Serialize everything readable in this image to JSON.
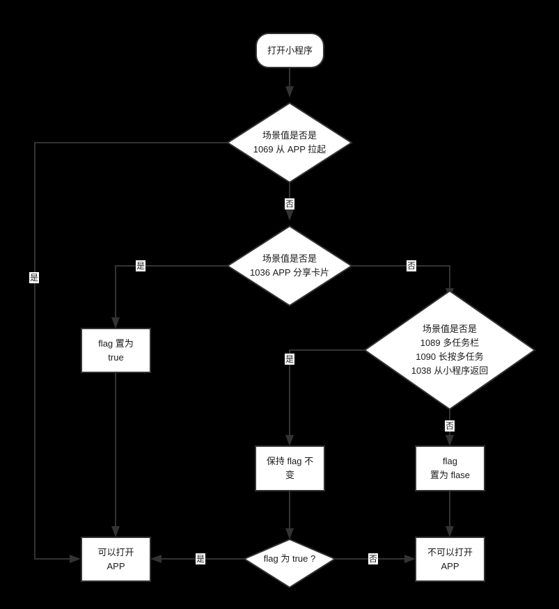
{
  "diagram": {
    "type": "flowchart",
    "background_color": "#000000",
    "node_fill_color": "#ffffff",
    "node_stroke_color": "#333333",
    "text_color": "#1a1a1a",
    "nodes": {
      "start": {
        "label": "打开小程序",
        "shape": "rounded-rectangle"
      },
      "decision_scene_1069": {
        "label": "场景值是否是\n1069 从 APP 拉起",
        "shape": "diamond"
      },
      "decision_scene_1036": {
        "label": "场景值是否是\n1036 APP 分享卡片",
        "shape": "diamond"
      },
      "decision_scene_multi": {
        "label": "场景值是否是\n1089 多任务栏\n1090 长按多任务\n1038 从小程序返回",
        "shape": "diamond"
      },
      "set_flag_true": {
        "label": "flag 置为\ntrue",
        "shape": "rectangle"
      },
      "keep_flag": {
        "label": "保持 flag 不\n变",
        "shape": "rectangle"
      },
      "set_flag_false": {
        "label": "flag\n置为 flase",
        "shape": "rectangle"
      },
      "can_open_app": {
        "label": "可以打开\nAPP",
        "shape": "rectangle"
      },
      "decision_flag_true": {
        "label": "flag 为 true ?",
        "shape": "diamond"
      },
      "cannot_open_app": {
        "label": "不可以打开\nAPP",
        "shape": "rectangle"
      }
    },
    "edge_labels": {
      "d1_yes": "是",
      "d1_no": "否",
      "d2_yes": "是",
      "d2_no": "否",
      "d3_yes": "是",
      "d3_no": "否",
      "d4_yes": "是",
      "d4_no": "否"
    }
  }
}
